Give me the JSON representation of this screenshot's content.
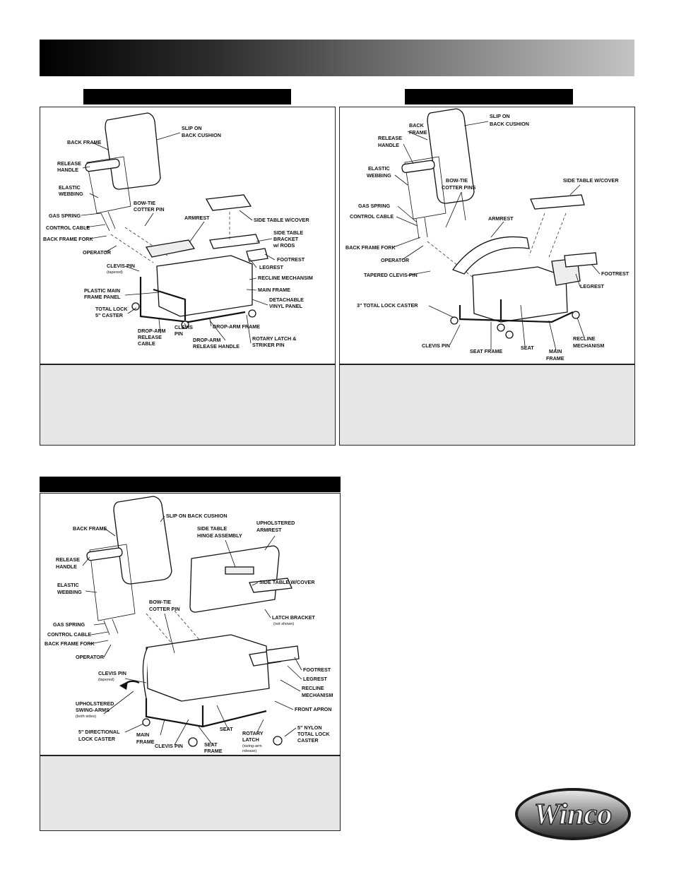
{
  "brand": {
    "logo_text": "Winco"
  },
  "diagrams": [
    {
      "id": "a",
      "labels": [
        "BACK FRAME",
        "SLIP ON",
        "BACK CUSHION",
        "RELEASE",
        "HANDLE",
        "ELASTIC",
        "WEBBING",
        "GAS SPRING",
        "BOW-TIE",
        "COTTER PIN",
        "CONTROL CABLE",
        "BACK FRAME FORK",
        "ARMREST",
        "SIDE TABLE W/COVER",
        "SIDE TABLE",
        "BRACKET",
        "w/ RODS",
        "OPERATOR",
        "CLEVIS PIN",
        "(tapered)",
        "FOOTREST",
        "LEGREST",
        "RECLINE MECHANSIM",
        "PLASTIC MAIN",
        "FRAME PANEL",
        "MAIN FRAME",
        "TOTAL LOCK",
        "5\" CASTER",
        "DETACHABLE",
        "VINYL PANEL",
        "DROP-ARM",
        "RELEASE",
        "CABLE",
        "CLEVIS",
        "PIN",
        "DROP-ARM FRAME",
        "DROP-ARM",
        "RELEASE HANDLE",
        "ROTARY LATCH &",
        "STRIKER PIN"
      ]
    },
    {
      "id": "b",
      "labels": [
        "SLIP ON",
        "BACK CUSHION",
        "BACK",
        "FRAME",
        "RELEASE",
        "HANDLE",
        "ELASTIC",
        "WEBBING",
        "SIDE TABLE W/COVER",
        "BOW-TIE",
        "COTTER PINS",
        "GAS SPRING",
        "ARMREST",
        "CONTROL CABLE",
        "BACK FRAME FORK",
        "OPERATOR",
        "TAPERED CLEVIS PIN",
        "FOOTREST",
        "LEGREST",
        "3\" TOTAL LOCK CASTER",
        "RECLINE",
        "MECHANISM",
        "CLEVIS PIN",
        "SEAT FRAME",
        "SEAT",
        "MAIN",
        "FRAME"
      ]
    },
    {
      "id": "c",
      "labels": [
        "SLIP ON BACK CUSHION",
        "BACK FRAME",
        "UPHOLSTERED",
        "ARMREST",
        "SIDE TABLE",
        "HINGE ASSEMBLY",
        "RELEASE",
        "HANDLE",
        "ELASTIC",
        "WEBBING",
        "SIDE TABLE W/COVER",
        "BOW-TIE",
        "COTTER PIN",
        "LATCH BRACKET",
        "(not shown)",
        "GAS SPRING",
        "CONTROL CABLE",
        "BACK FRAME FORK",
        "OPERATOR",
        "CLEVIS PIN",
        "(tapered)",
        "FOOTREST",
        "LEGREST",
        "RECLINE",
        "MECHANISM",
        "UPHOLSTERED",
        "SWING-ARMS",
        "(both sides)",
        "FRONT APRON",
        "5\" DIRECTIONAL",
        "LOCK CASTER",
        "MAIN",
        "FRAME",
        "CLEVIS PIN",
        "SEAT",
        "SEAT",
        "FRAME",
        "ROTARY",
        "LATCH",
        "(swing-arm",
        "release)",
        "5\" NYLON",
        "TOTAL LOCK",
        "CASTER"
      ]
    }
  ]
}
